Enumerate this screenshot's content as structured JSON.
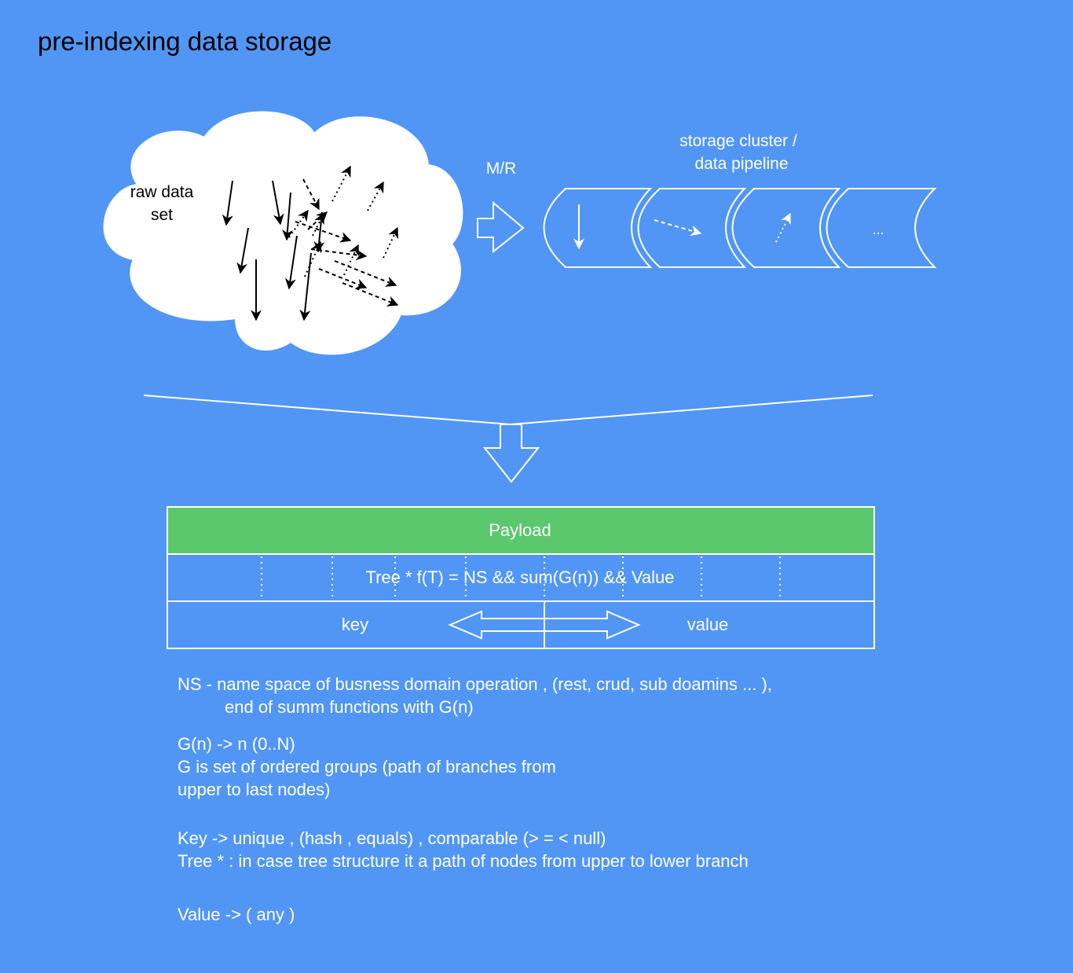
{
  "title": "pre-indexing data storage",
  "cloud_label_line1": "raw data",
  "cloud_label_line2": "set",
  "mr_label": "M/R",
  "pipeline_label_line1": "storage cluster /",
  "pipeline_label_line2": "data pipeline",
  "pipeline_ellipsis": "...",
  "table": {
    "payload": "Payload",
    "formula": "Tree * f(T) =  NS && sum(G(n)) && Value",
    "key": "key",
    "value": "value"
  },
  "notes": {
    "ns_line1": "NS - name space of busness domain operation , (rest, crud, sub doamins  ... ),",
    "ns_line2": "end of summ functions with G(n)",
    "g_line1": "G(n) -> n (0..N)",
    "g_line2": "G is set of ordered groups (path of branches from",
    "g_line3": "upper to last nodes)",
    "key_line1": "Key -> unique , (hash , equals) , comparable (> = < null)",
    "key_line2": "Tree * : in case tree structure it a path of nodes from upper to lower branch",
    "value_line": "Value -> ( any )"
  },
  "colors": {
    "background": "#5196f5",
    "payload_fill": "#5bc86e",
    "stroke": "#ffffff"
  }
}
